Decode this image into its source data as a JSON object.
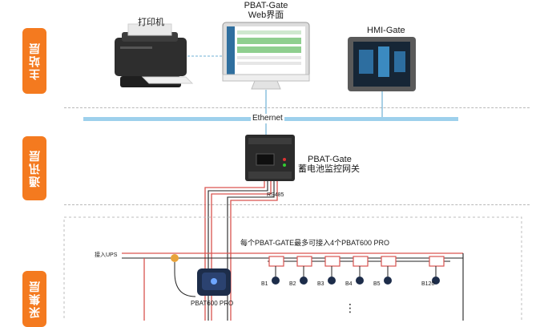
{
  "layers": {
    "main": "主站层",
    "comm": "通讯层",
    "collect": "采集层"
  },
  "devices": {
    "printer": "打印机",
    "web_line1": "PBAT-Gate",
    "web_line2": "Web界面",
    "hmi": "HMI-Gate",
    "ethernet": "Ethernet",
    "gateway_line1": "PBAT-Gate",
    "gateway_line2": "蓄电池监控网关",
    "rs485": "RS485",
    "note": "每个PBAT-GATE最多可接入4个PBAT600 PRO",
    "ups": "接入UPS",
    "pbat600": "PBAT600 PRO",
    "batteries": [
      "B1",
      "B2",
      "B3",
      "B4",
      "B5",
      "B120"
    ],
    "ellipsis": "⋮"
  },
  "colors": {
    "orange": "#f47a1f",
    "ethernet": "#9dd0ec",
    "cable_red": "#d9534f",
    "cable_dark": "#222222"
  }
}
